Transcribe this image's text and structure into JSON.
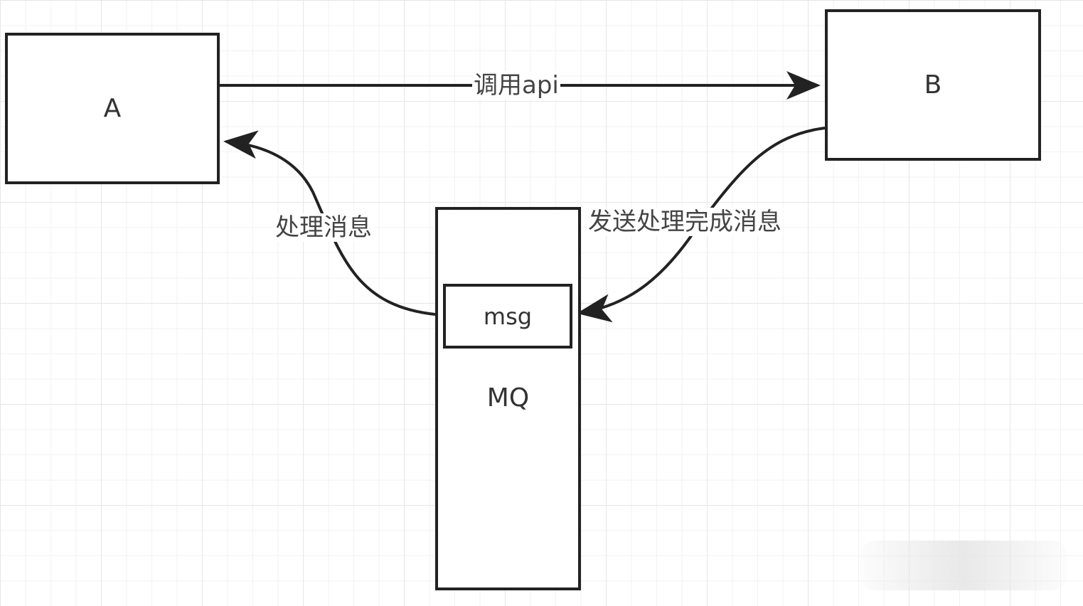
{
  "nodes": {
    "a": "A",
    "b": "B",
    "mq": "MQ",
    "msg": "msg"
  },
  "edges": {
    "call_api": "调用api",
    "process_message": "处理消息",
    "send_done_message": "发送处理完成消息"
  }
}
